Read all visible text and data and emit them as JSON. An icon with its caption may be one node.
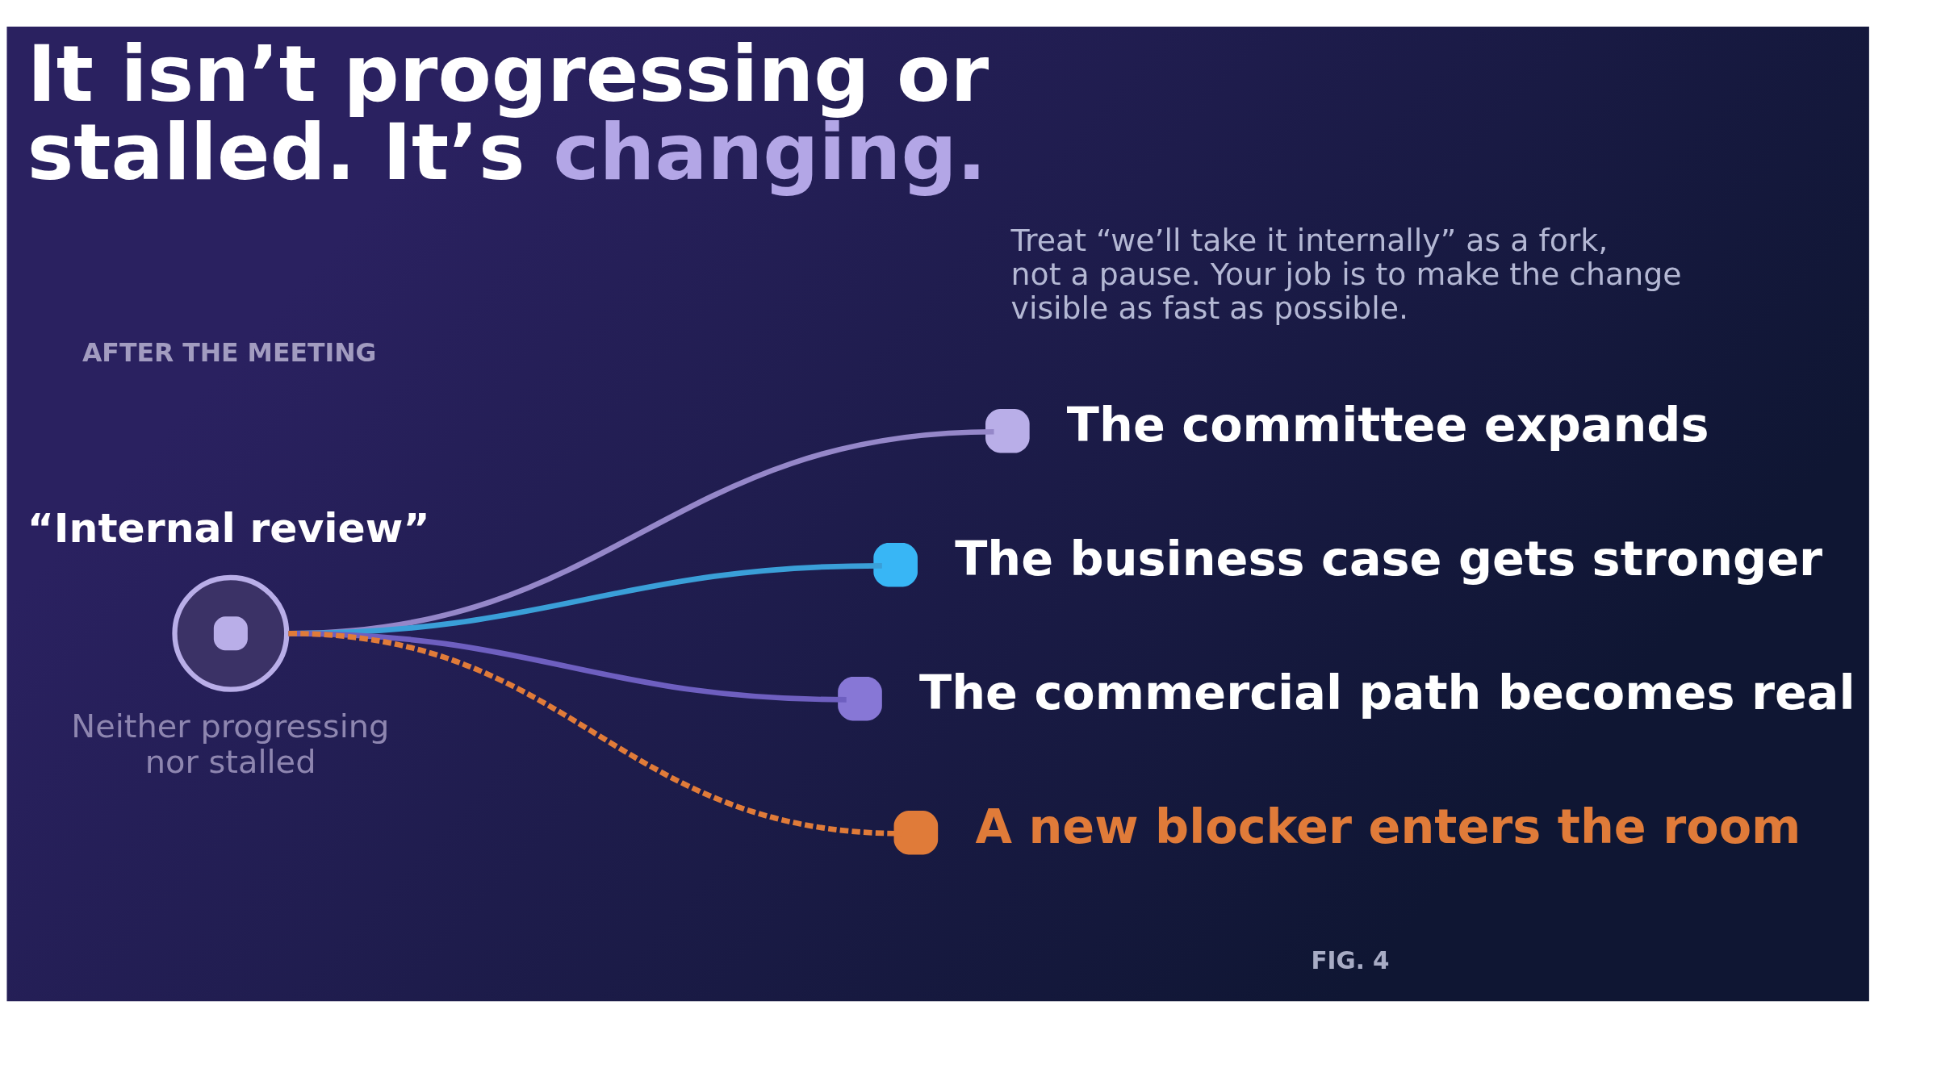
{
  "diagram": {
    "title": "It isn’t progressing or stalled. It’s changing.",
    "nodes": [
      {
        "text": [
          "“Internal review”"
        ],
        "beside": [
          "Neither progressing nor stalled"
        ]
      },
      {
        "text": [
          "The committee expands"
        ]
      },
      {
        "text": [
          "The business case gets stronger"
        ]
      },
      {
        "text": [
          "The commercial path becomes real"
        ]
      },
      {
        "text": [
          "A new blocker enters the room"
        ]
      }
    ],
    "edges": [
      {
        "from": 0,
        "to": 1,
        "arrow": "none",
        "color": "#9587c9"
      },
      {
        "from": 0,
        "to": 2,
        "arrow": "none",
        "color": "#3a9fd8"
      },
      {
        "from": 0,
        "to": 3,
        "arrow": "none",
        "color": "#6e5fc0"
      },
      {
        "from": 0,
        "to": 4,
        "arrow": "none",
        "style": "dashed",
        "color": "#e07b39"
      }
    ],
    "labels": [
      "AFTER THE MEETING",
      "Treat “we’ll take it internally” as a fork, not a pause. Your job is to make the change visible as fast as possible.",
      "FIG. 4"
    ]
  }
}
